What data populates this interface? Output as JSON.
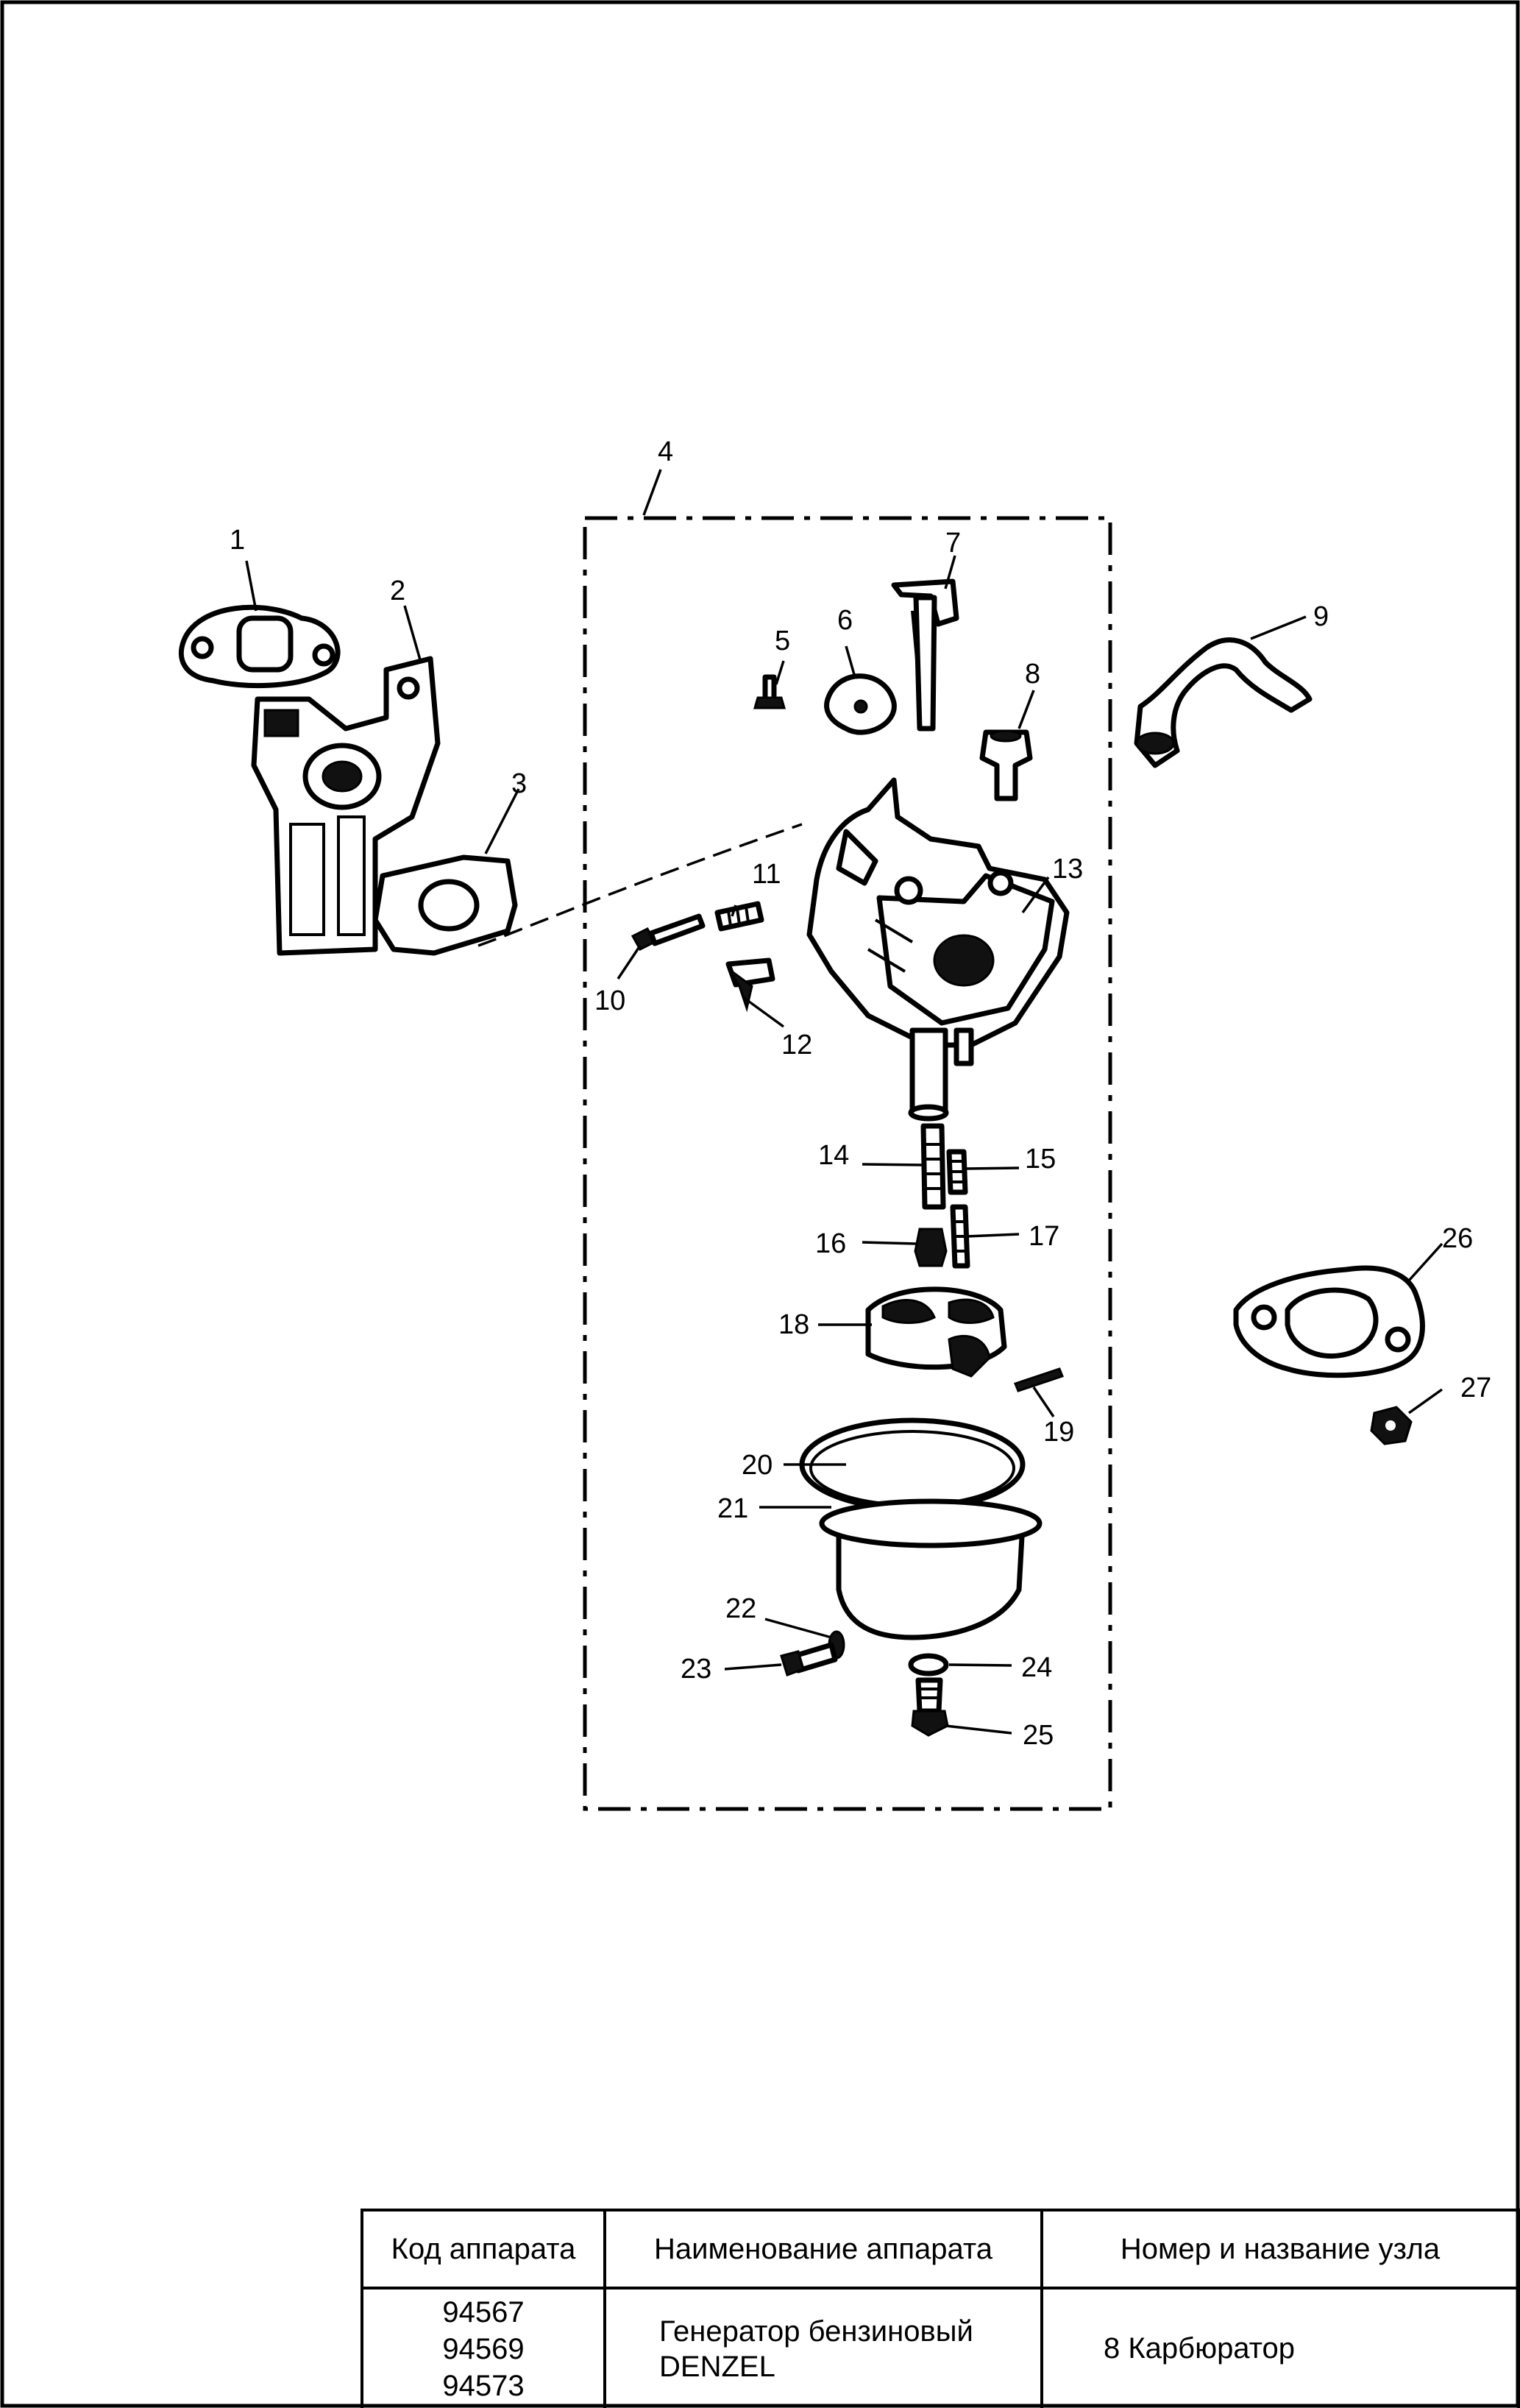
{
  "diagram": {
    "callouts": [
      "1",
      "2",
      "3",
      "4",
      "5",
      "6",
      "7",
      "8",
      "9",
      "10",
      "11",
      "12",
      "13",
      "14",
      "15",
      "16",
      "17",
      "18",
      "19",
      "20",
      "21",
      "22",
      "23",
      "24",
      "25",
      "26",
      "27"
    ]
  },
  "title_block": {
    "headers": {
      "code": "Код аппарата",
      "device_name": "Наименование аппарата",
      "assembly": "Номер и название узла"
    },
    "codes": [
      "94567",
      "94569",
      "94573"
    ],
    "device_name_lines": [
      "Генератор бензиновый",
      "DENZEL"
    ],
    "assembly": "8 Карбюратор"
  }
}
